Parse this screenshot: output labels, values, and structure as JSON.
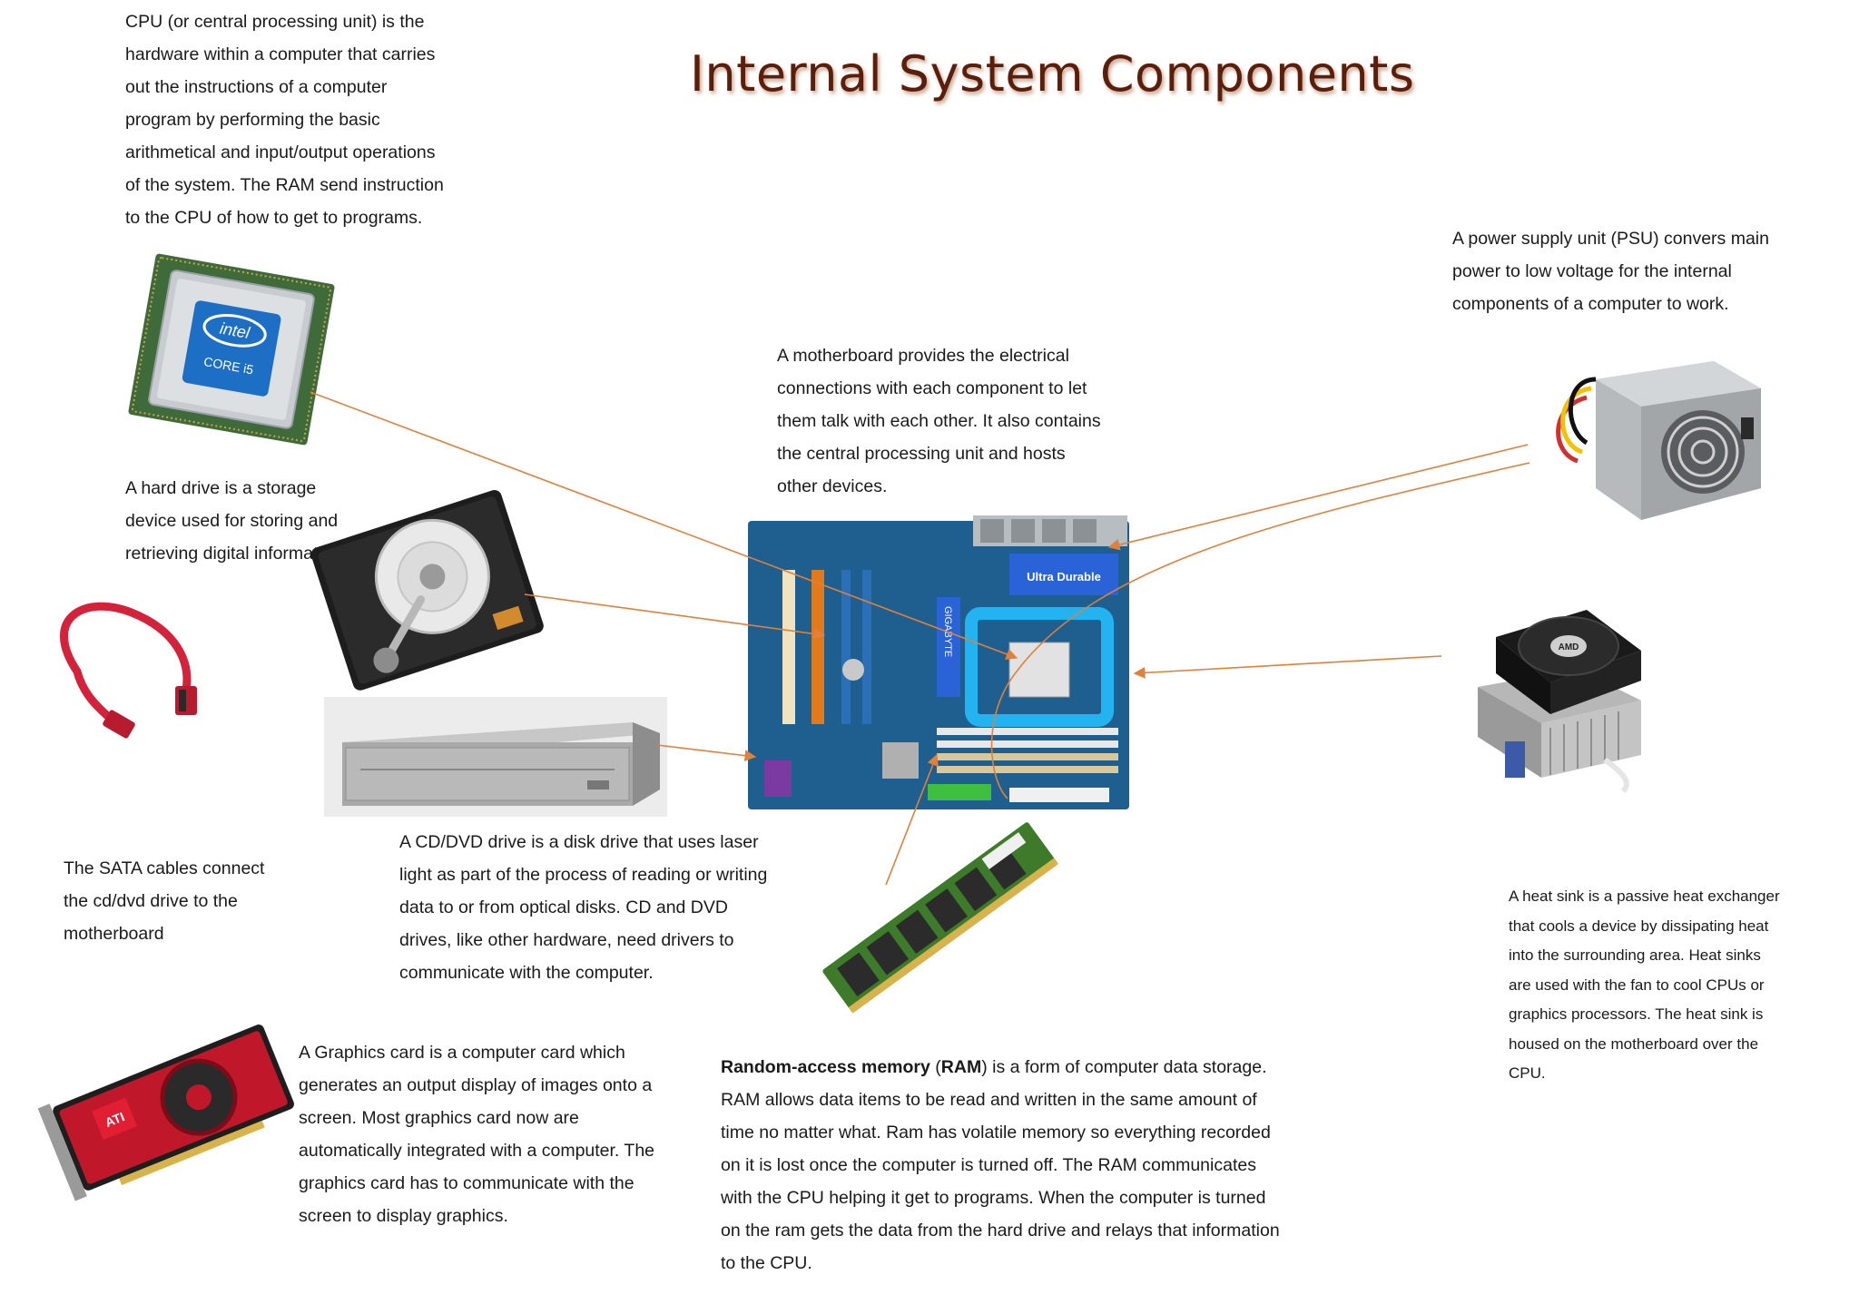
{
  "title": "Internal System Components",
  "descriptions": {
    "cpu": [
      "CPU (or central processing unit) is the",
      "hardware within a computer that carries",
      "out the instructions of a computer",
      "program by performing the basic",
      "arithmetical and input/output operations",
      "of the system. The RAM send instruction",
      "to the CPU of how to get to programs."
    ],
    "hard_drive": [
      "A hard drive is a storage",
      "device used for storing and",
      "retrieving digital information."
    ],
    "motherboard": [
      "A motherboard provides the electrical",
      "connections with each component to let",
      "them talk with each other. It also contains",
      "the central processing unit and hosts",
      "other devices."
    ],
    "psu": [
      "A power supply unit (PSU) convers main",
      "power to low voltage for the internal",
      "components of a computer to work."
    ],
    "sata": [
      "The SATA cables connect",
      "the cd/dvd drive to the",
      "motherboard"
    ],
    "cd_dvd": [
      "A CD/DVD drive is a disk drive that uses laser",
      "light as part of the process of reading or writing",
      "data to or from optical disks. CD and DVD",
      "drives, like other hardware, need drivers to",
      "communicate with the computer."
    ],
    "heat_sink": [
      "A heat sink is a passive heat exchanger",
      "that cools a device by dissipating heat",
      "into the surrounding  area. Heat sinks",
      "are used with the fan to cool CPUs or",
      "graphics processors.  The heat sink is",
      "housed on the motherboard  over the",
      "CPU."
    ],
    "graphics": [
      "A Graphics card is a computer card which",
      "generates an output display of images onto a",
      "screen. Most graphics card now are",
      "automatically integrated with a computer. The",
      "graphics card has to communicate with the",
      "screen to display graphics."
    ],
    "ram_term": "Random-access memory",
    "ram_abbr": "RAM",
    "ram_first_rest": ") is a form of computer data storage.",
    "ram": [
      "RAM allows data items to be read and written in the same amount of",
      "time no matter what. Ram has volatile memory so everything recorded",
      "on it is lost once the computer is turned off. The RAM communicates",
      "with the CPU helping it get to programs. When the computer is turned",
      "on the ram gets the data from the hard drive and relays that information",
      "to the CPU."
    ]
  },
  "image_labels": {
    "cpu_brand": "intel",
    "cpu_model": "CORE i5",
    "heatsink_brand": "AMD",
    "motherboard_brand": "GIGABYTE",
    "motherboard_badge": "Ultra Durable",
    "graphics_brand": "ATI"
  },
  "colors": {
    "connector": "#e0803a",
    "title": "#5a1e0a",
    "pcb": "#1f5f8f",
    "ram_pcb": "#3d7a2a"
  }
}
